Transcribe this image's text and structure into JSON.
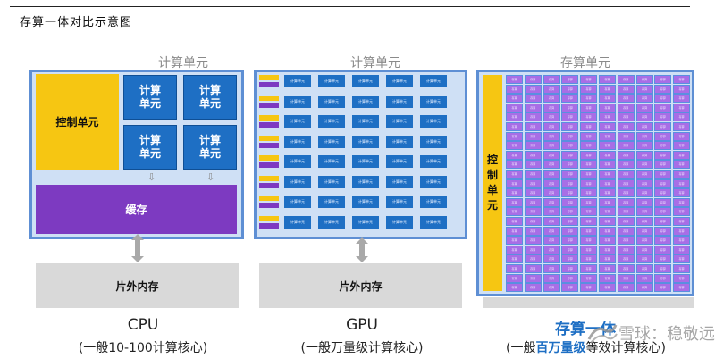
{
  "header": {
    "title": "存算一体对比示意图"
  },
  "cpu": {
    "label": "计算单元",
    "control": "控制单元",
    "units": [
      "计算\n单元",
      "计算\n单元",
      "计算\n单元",
      "计算\n单元"
    ],
    "cache": "缓存",
    "memory": "片外内存",
    "name": "CPU",
    "desc": "(一般10-100计算核心)"
  },
  "gpu": {
    "label": "计算单元",
    "cell_text": "计算单元",
    "memory": "片外内存",
    "name": "GPU",
    "desc": "(一般万量级计算核心)"
  },
  "pim": {
    "label": "存算单元",
    "control": "控制单元",
    "cell_text": "存算",
    "name": "存算一体",
    "desc_prefix": "(一般",
    "desc_highlight": "百万量级",
    "desc_suffix": "等效计算核心)"
  },
  "watermark": {
    "text": "雪球：稳敬远"
  },
  "colors": {
    "control": "#f6c612",
    "compute": "#1e6fc4",
    "cache": "#7d3ac1",
    "frame": "#5e8fd4",
    "memory": "#d9d9d9",
    "pim_cell": "#a86ee6"
  }
}
